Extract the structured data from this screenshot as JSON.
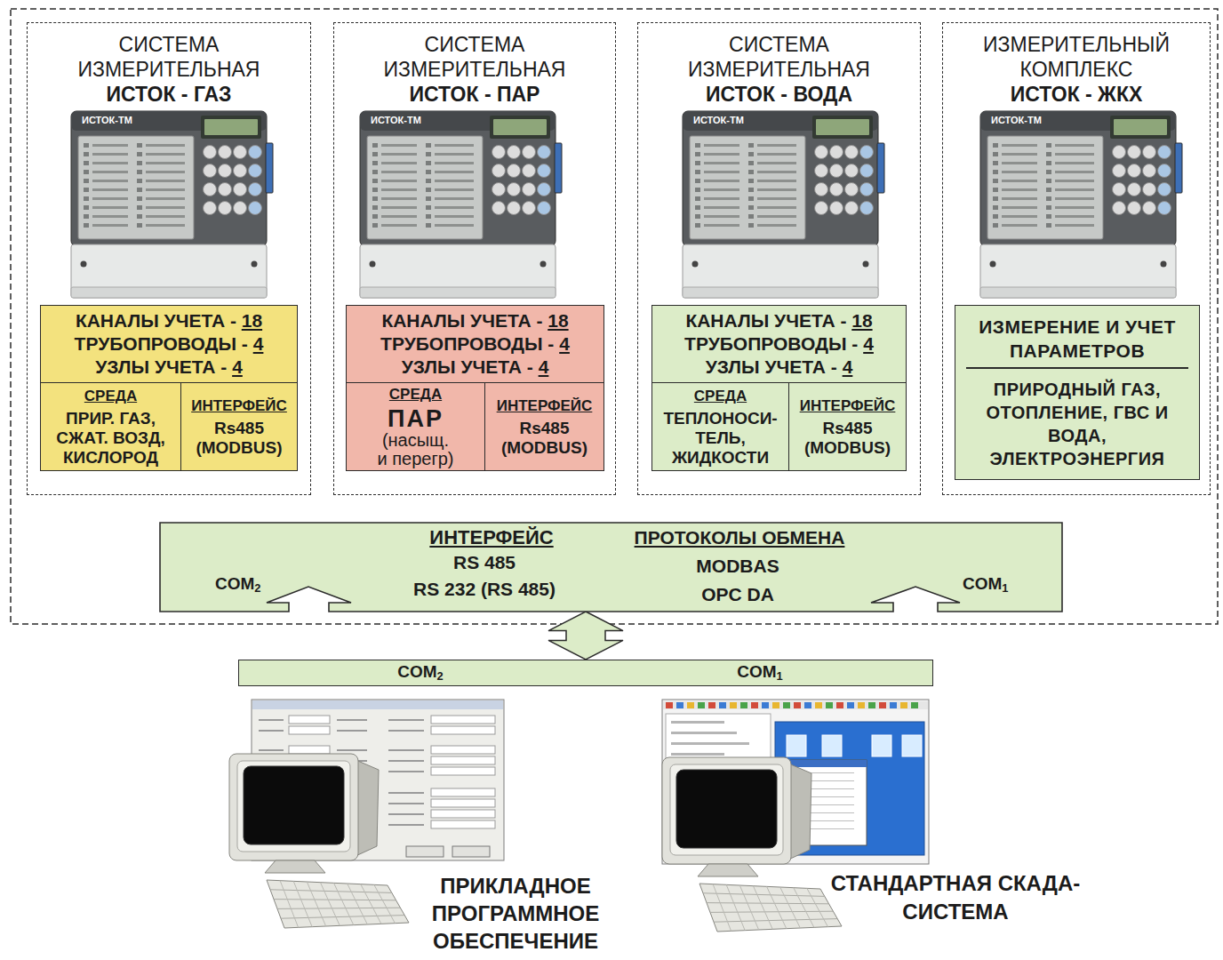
{
  "diagram": {
    "nodes": [
      {
        "text": [
          "СИСТЕМА ИЗМЕРИТЕЛЬНАЯ",
          "ИСТОК - ГАЗ"
        ]
      },
      {
        "text": [
          "КАНАЛЫ УЧЕТА - 18",
          "ТРУБОПРОВОДЫ - 4",
          "УЗЛЫ УЧЕТА - 4"
        ],
        "in": 0
      },
      {
        "text": [
          "СРЕДА",
          "ПРИР. ГАЗ, СЖАТ. ВОЗД, КИСЛОРОД"
        ],
        "in": 0
      },
      {
        "text": [
          "ИНТЕРФЕЙС",
          "Rs485 (MODBUS)"
        ],
        "in": 0
      },
      {
        "text": [
          "СИСТЕМА ИЗМЕРИТЕЛЬНАЯ",
          "ИСТОК - ПАР"
        ]
      },
      {
        "text": [
          "КАНАЛЫ УЧЕТА - 18",
          "ТРУБОПРОВОДЫ - 4",
          "УЗЛЫ УЧЕТА - 4"
        ],
        "in": 4
      },
      {
        "text": [
          "СРЕДА",
          "ПАР",
          "(насыщ. и перегр)"
        ],
        "in": 4
      },
      {
        "text": [
          "ИНТЕРФЕЙС",
          "Rs485 (MODBUS)"
        ],
        "in": 4
      },
      {
        "text": [
          "СИСТЕМА ИЗМЕРИТЕЛЬНАЯ",
          "ИСТОК - ВОДА"
        ]
      },
      {
        "text": [
          "КАНАЛЫ УЧЕТА - 18",
          "ТРУБОПРОВОДЫ - 4",
          "УЗЛЫ УЧЕТА - 4"
        ],
        "in": 8
      },
      {
        "text": [
          "СРЕДА",
          "ТЕПЛОНОСИ- ТЕЛЬ, ЖИДКОСТИ"
        ],
        "in": 8
      },
      {
        "text": [
          "ИНТЕРФЕЙС",
          "Rs485 (MODBUS)"
        ],
        "in": 8
      },
      {
        "text": [
          "ИЗМЕРИТЕЛЬНЫЙ КОМПЛЕКС",
          "ИСТОК - ЖКХ"
        ]
      },
      {
        "text": [
          "ИЗМЕРЕНИЕ И УЧЕТ ПАРАМЕТРОВ",
          "ПРИРОДНЫЙ ГАЗ, ОТОПЛЕНИЕ, ГВС И ВОДА, ЭЛЕКТРОЭНЕРГИЯ"
        ],
        "in": 12
      },
      {
        "text": [
          "ИНТЕРФЕЙС",
          "RS 485",
          "RS 232 (RS 485)",
          "ПРОТОКОЛЫ ОБМЕНА",
          "MODBAS",
          "OPC DA",
          "COM2",
          "COM1"
        ]
      },
      {
        "text": [
          "COM2",
          "COM1"
        ]
      }
    ],
    "edges": [
      {
        "from": 14,
        "to": 15,
        "arrow": "both"
      }
    ],
    "labels": [
      "ИСТОК-ТМ",
      "ИСТОК-ТМ",
      "ИСТОК-ТМ",
      "ИСТОК-ТМ",
      "ПРИКЛАДНОЕ ПРОГРАММНОЕ ОБЕСПЕЧЕНИЕ",
      "СТАНДАРТНАЯ СКАДА-СИСТЕМА"
    ]
  }
}
